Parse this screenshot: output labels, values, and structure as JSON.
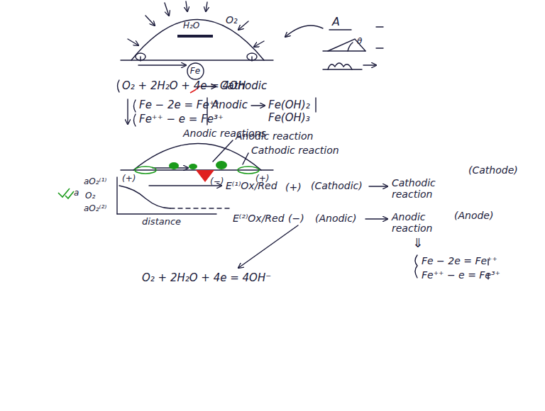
{
  "diagram": {
    "nodes": [
      {
        "text": [
          "Fe"
        ]
      }
    ],
    "labels": [
      "O₂",
      "H₂O",
      "A",
      "θ",
      "O₂ + 2H₂O + 4e = 4OH⁻",
      "Cathodic",
      "Fe − 2e = Fe⁺⁺",
      "Fe⁺⁺ − e = Fe³⁺",
      "Anodic",
      "Fe(OH)₂",
      "Fe(OH)₃",
      "Anodic reactions",
      "Anodic reaction",
      "Cathodic reaction",
      "(+)",
      "(−)",
      "(+)",
      "(Cathode)",
      "aO₂⁽¹⁾",
      "a",
      "O₂",
      "aO₂⁽²⁾",
      "distance",
      "E⁽¹⁾Ox/Red",
      "(+)",
      "(Cathodic)",
      "Cathodic reaction",
      "E⁽²⁾Ox/Red",
      "(−)",
      "(Anodic)",
      "Anodic reaction",
      "(Anode)",
      "⇓",
      "Fe − 2e = Fe⁺⁺",
      "Fe⁺⁺ − e = Fe³⁺",
      "O₂ + 2H₂O + 4e = 4OH⁻"
    ]
  }
}
